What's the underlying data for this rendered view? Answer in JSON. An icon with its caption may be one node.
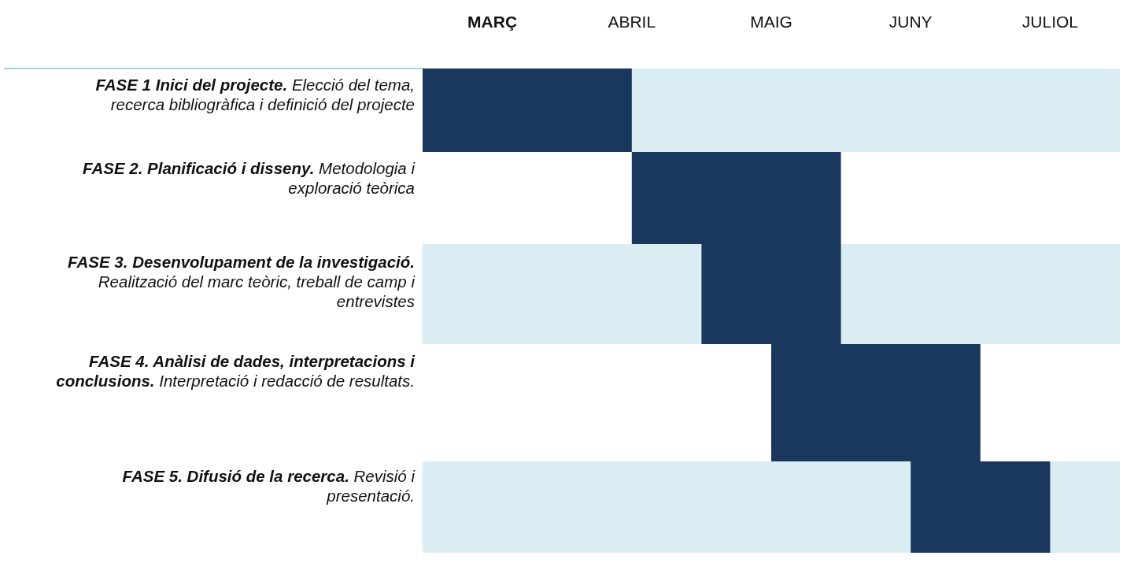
{
  "diagram": {
    "labels": [
      "MARÇ",
      "ABRIL",
      "MAIG",
      "JUNY",
      "JULIOL",
      "**FASE 1 Inici del projecte.** Elecció del tema, recerca bibliogràfica i definició del projecte",
      "**FASE 2. Planificació i disseny.** Metodologia i exploració teòrica",
      "**FASE 3. Desenvolupament de la investigació.** Realització del marc teòric, treball de camp i entrevistes",
      "**FASE 4. Anàlisi de dades, interpretacions i conclusions.** Interpretació i redacció de resultats.",
      "**FASE 5. Difusió de la recerca.** Revisió i presentació."
    ]
  }
}
